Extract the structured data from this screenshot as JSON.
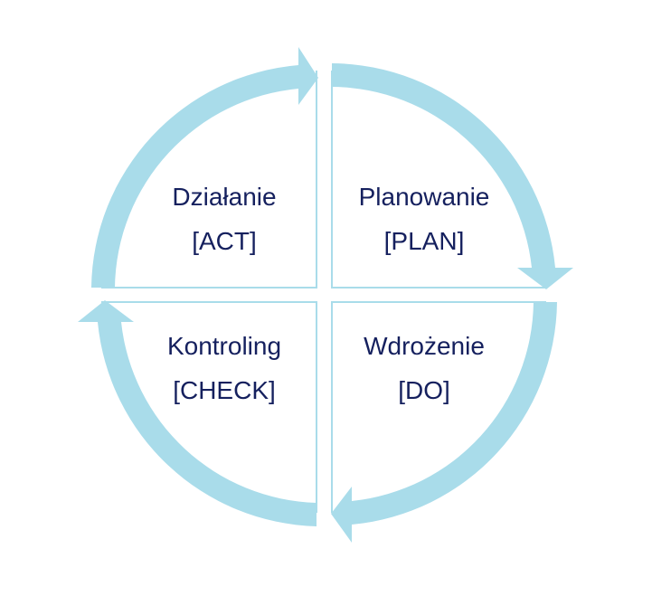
{
  "quadrants": {
    "act": {
      "title": "Działanie",
      "code": "[ACT]"
    },
    "plan": {
      "title": "Planowanie",
      "code": "[PLAN]"
    },
    "do": {
      "title": "Wdrożenie",
      "code": "[DO]"
    },
    "check": {
      "title": "Kontroling",
      "code": "[CHECK]"
    }
  },
  "colors": {
    "arrow": "#a9dcea",
    "divider": "#a9dcea",
    "text": "#15205e"
  }
}
